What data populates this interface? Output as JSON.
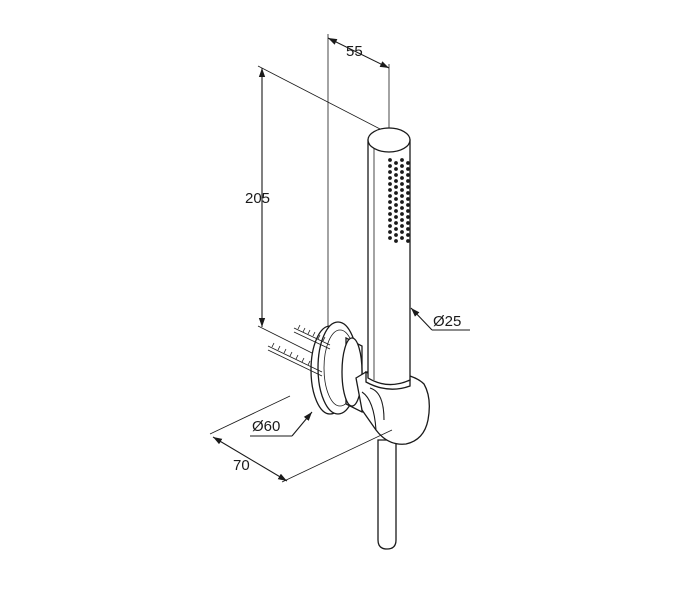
{
  "dimensions": {
    "width_top": "55",
    "height": "205",
    "handle_diameter": "Ø25",
    "flange_diameter": "Ø60",
    "depth": "70"
  },
  "colors": {
    "ink": "#1a1a1a",
    "background": "#ffffff"
  }
}
